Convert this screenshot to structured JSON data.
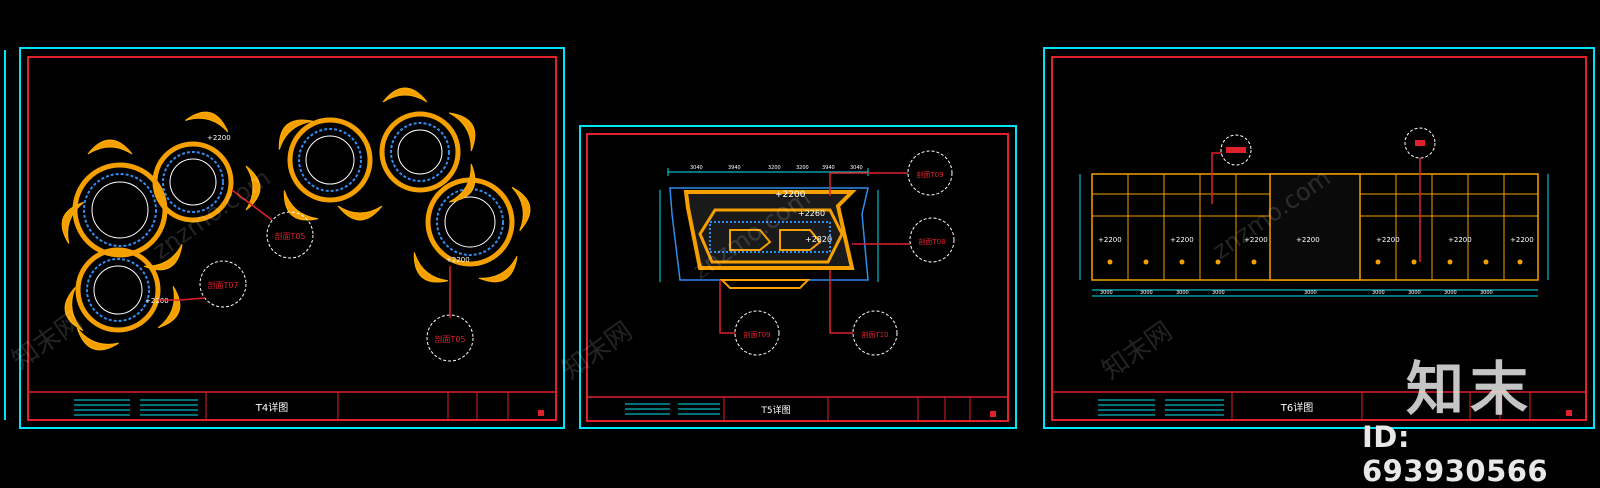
{
  "sheets": [
    {
      "title": "T4详图",
      "callouts": [
        "剖面T07",
        "剖面T05",
        "剖面T05"
      ],
      "dims": [
        "+2200",
        "+2200",
        "+2200"
      ]
    },
    {
      "title": "T5详图",
      "callouts": [
        "剖面T09",
        "剖面T08",
        "剖面T09",
        "剖面T10"
      ],
      "dims": [
        "+2200",
        "+2260",
        "+2820"
      ],
      "top_dims": [
        "3040",
        "3940",
        "3200",
        "3200",
        "3940",
        "3040"
      ]
    },
    {
      "title": "T6详图",
      "dims": [
        "+2200",
        "+2200",
        "+2200",
        "+2200",
        "+2200",
        "+2200",
        "+2200"
      ],
      "bottom_dims": [
        "3000",
        "3000",
        "3000",
        "3000",
        "3000",
        "3000",
        "3000",
        "3000",
        "3000"
      ]
    }
  ],
  "watermark": {
    "logo": "知末",
    "id": "ID: 693930566",
    "site": "znzmo.com",
    "diag": "知末网"
  },
  "colors": {
    "frame": "#00e5f5",
    "border": "#e0202a",
    "shape": "#f5a000",
    "blue": "#2f8df0",
    "white": "#ffffff"
  }
}
